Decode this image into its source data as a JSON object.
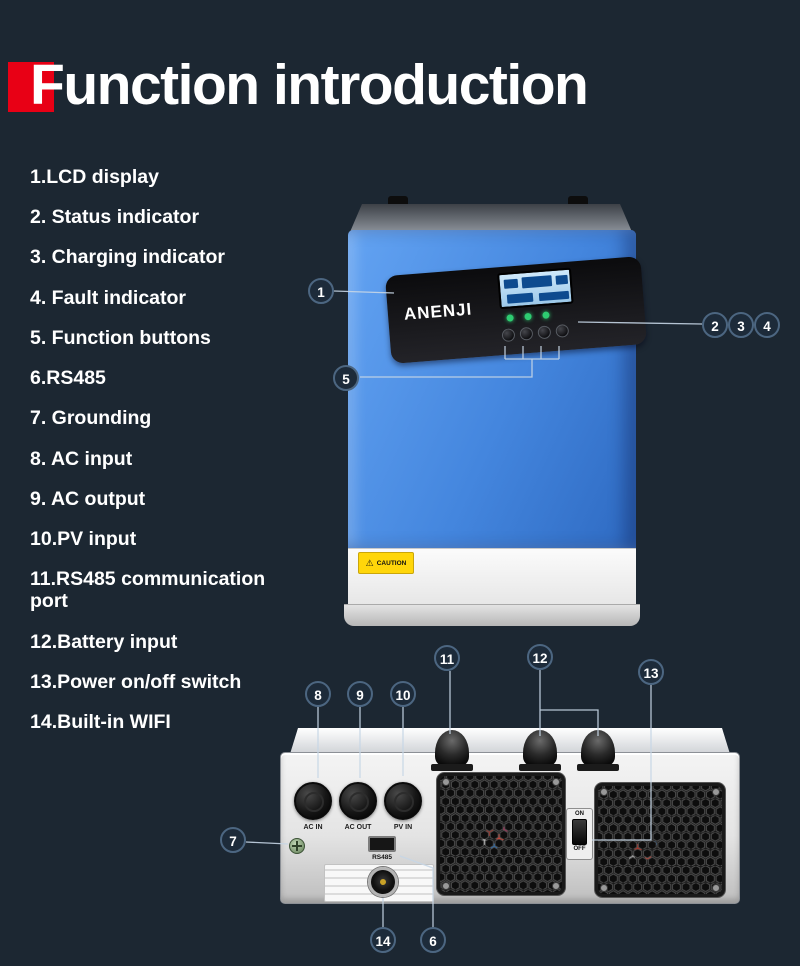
{
  "title": "Function introduction",
  "colors": {
    "background": "#1c2732",
    "accent_red": "#e80015",
    "device_blue": "#4486de",
    "badge_border": "#4c6681",
    "led_green": "#2ecc71",
    "caution_yellow": "#ffd60a"
  },
  "features": [
    "1.LCD display",
    "2. Status indicator",
    "3. Charging indicator",
    "4. Fault indicator",
    "5. Function buttons",
    "6.RS485",
    "7. Grounding",
    "8. AC input",
    "9. AC output",
    "10.PV input",
    "11.RS485 communication port",
    "12.Battery input",
    "13.Power on/off switch",
    "14.Built-in WIFI"
  ],
  "callouts": {
    "n1": "1",
    "n2": "2",
    "n3": "3",
    "n4": "4",
    "n5": "5",
    "n6": "6",
    "n7": "7",
    "n8": "8",
    "n9": "9",
    "n10": "10",
    "n11": "11",
    "n12": "12",
    "n13": "13",
    "n14": "14"
  },
  "front": {
    "brand": "ANENJI",
    "caution_icon": "⚠",
    "caution": "CAUTION"
  },
  "rear": {
    "ac_in": "AC IN",
    "ac_out": "AC OUT",
    "pv_in": "PV IN",
    "rs485": "RS485",
    "on": "ON",
    "off": "OFF"
  }
}
